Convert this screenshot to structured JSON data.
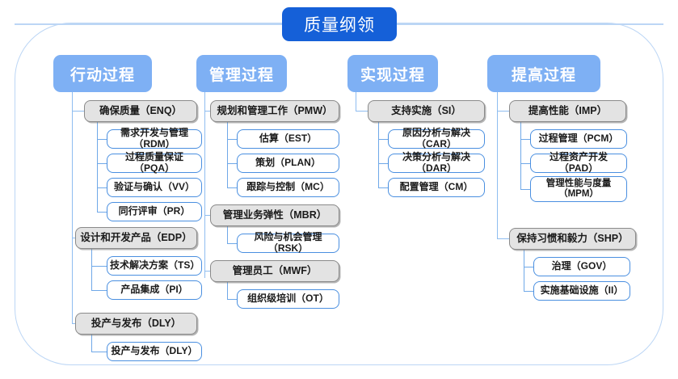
{
  "diagram": {
    "type": "organizational-tree",
    "root": {
      "label": "质量纲领"
    },
    "colors": {
      "root_fill": "#1560d8",
      "header_fill": "#7eb0f4",
      "group_fill": "#e3e3e3",
      "group_border": "#8a8a8a",
      "leaf_border": "#4a8fe0",
      "connector": "#6fa8e8",
      "frame_border": "#bcd6f5"
    },
    "columns": [
      {
        "header": "行动过程",
        "groups": [
          {
            "label": "确保质量（ENQ）",
            "children": [
              {
                "label": "需求开发与管理（RDM）"
              },
              {
                "label": "过程质量保证（PQA）"
              },
              {
                "label": "验证与确认（VV）"
              },
              {
                "label": "同行评审（PR）"
              }
            ]
          },
          {
            "label": "设计和开发产品（EDP）",
            "children": [
              {
                "label": "技术解决方案（TS）"
              },
              {
                "label": "产品集成（PI）"
              }
            ]
          },
          {
            "label": "投产与发布（DLY）",
            "children": [
              {
                "label": "投产与发布（DLY）"
              }
            ]
          }
        ]
      },
      {
        "header": "管理过程",
        "groups": [
          {
            "label": "规划和管理工作（PMW）",
            "children": [
              {
                "label": "估算（EST）"
              },
              {
                "label": "策划（PLAN）"
              },
              {
                "label": "跟踪与控制（MC）"
              }
            ]
          },
          {
            "label": "管理业务弹性（MBR）",
            "children": [
              {
                "label": "风险与机会管理（RSK）"
              }
            ]
          },
          {
            "label": "管理员工（MWF）",
            "children": [
              {
                "label": "组织级培训（OT）"
              }
            ]
          }
        ]
      },
      {
        "header": "实现过程",
        "groups": [
          {
            "label": "支持实施（SI）",
            "children": [
              {
                "label": "原因分析与解决（CAR）"
              },
              {
                "label": "决策分析与解决（DAR）"
              },
              {
                "label": "配置管理（CM）"
              }
            ]
          }
        ]
      },
      {
        "header": "提高过程",
        "groups": [
          {
            "label": "提高性能（IMP）",
            "children": [
              {
                "label": "过程管理（PCM）"
              },
              {
                "label": "过程资产开发（PAD）"
              },
              {
                "label": "管理性能与度量\n（MPM）"
              }
            ]
          },
          {
            "label": "保持习惯和毅力（SHP）",
            "children": [
              {
                "label": "治理（GOV）"
              },
              {
                "label": "实施基础设施（II）"
              }
            ]
          }
        ]
      }
    ]
  }
}
